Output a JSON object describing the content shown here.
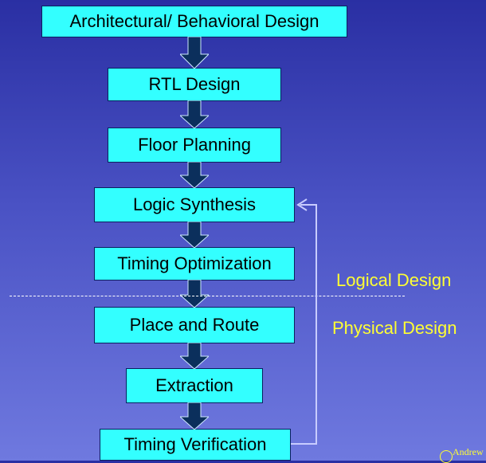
{
  "flow": {
    "steps": [
      "Architectural/ Behavioral Design",
      "RTL Design",
      "Floor Planning",
      "Logic Synthesis",
      "Timing Optimization",
      "Place and Route",
      "Extraction",
      "Timing Verification"
    ]
  },
  "labels": {
    "logical": "Logical Design",
    "physical": "Physical Design"
  },
  "credit": "Andrew B.",
  "colors": {
    "box_fill": "#33ffff",
    "arrow_fill": "#0b2f5c",
    "label_text": "#ffff33",
    "feedback_line": "#c8ccff"
  }
}
